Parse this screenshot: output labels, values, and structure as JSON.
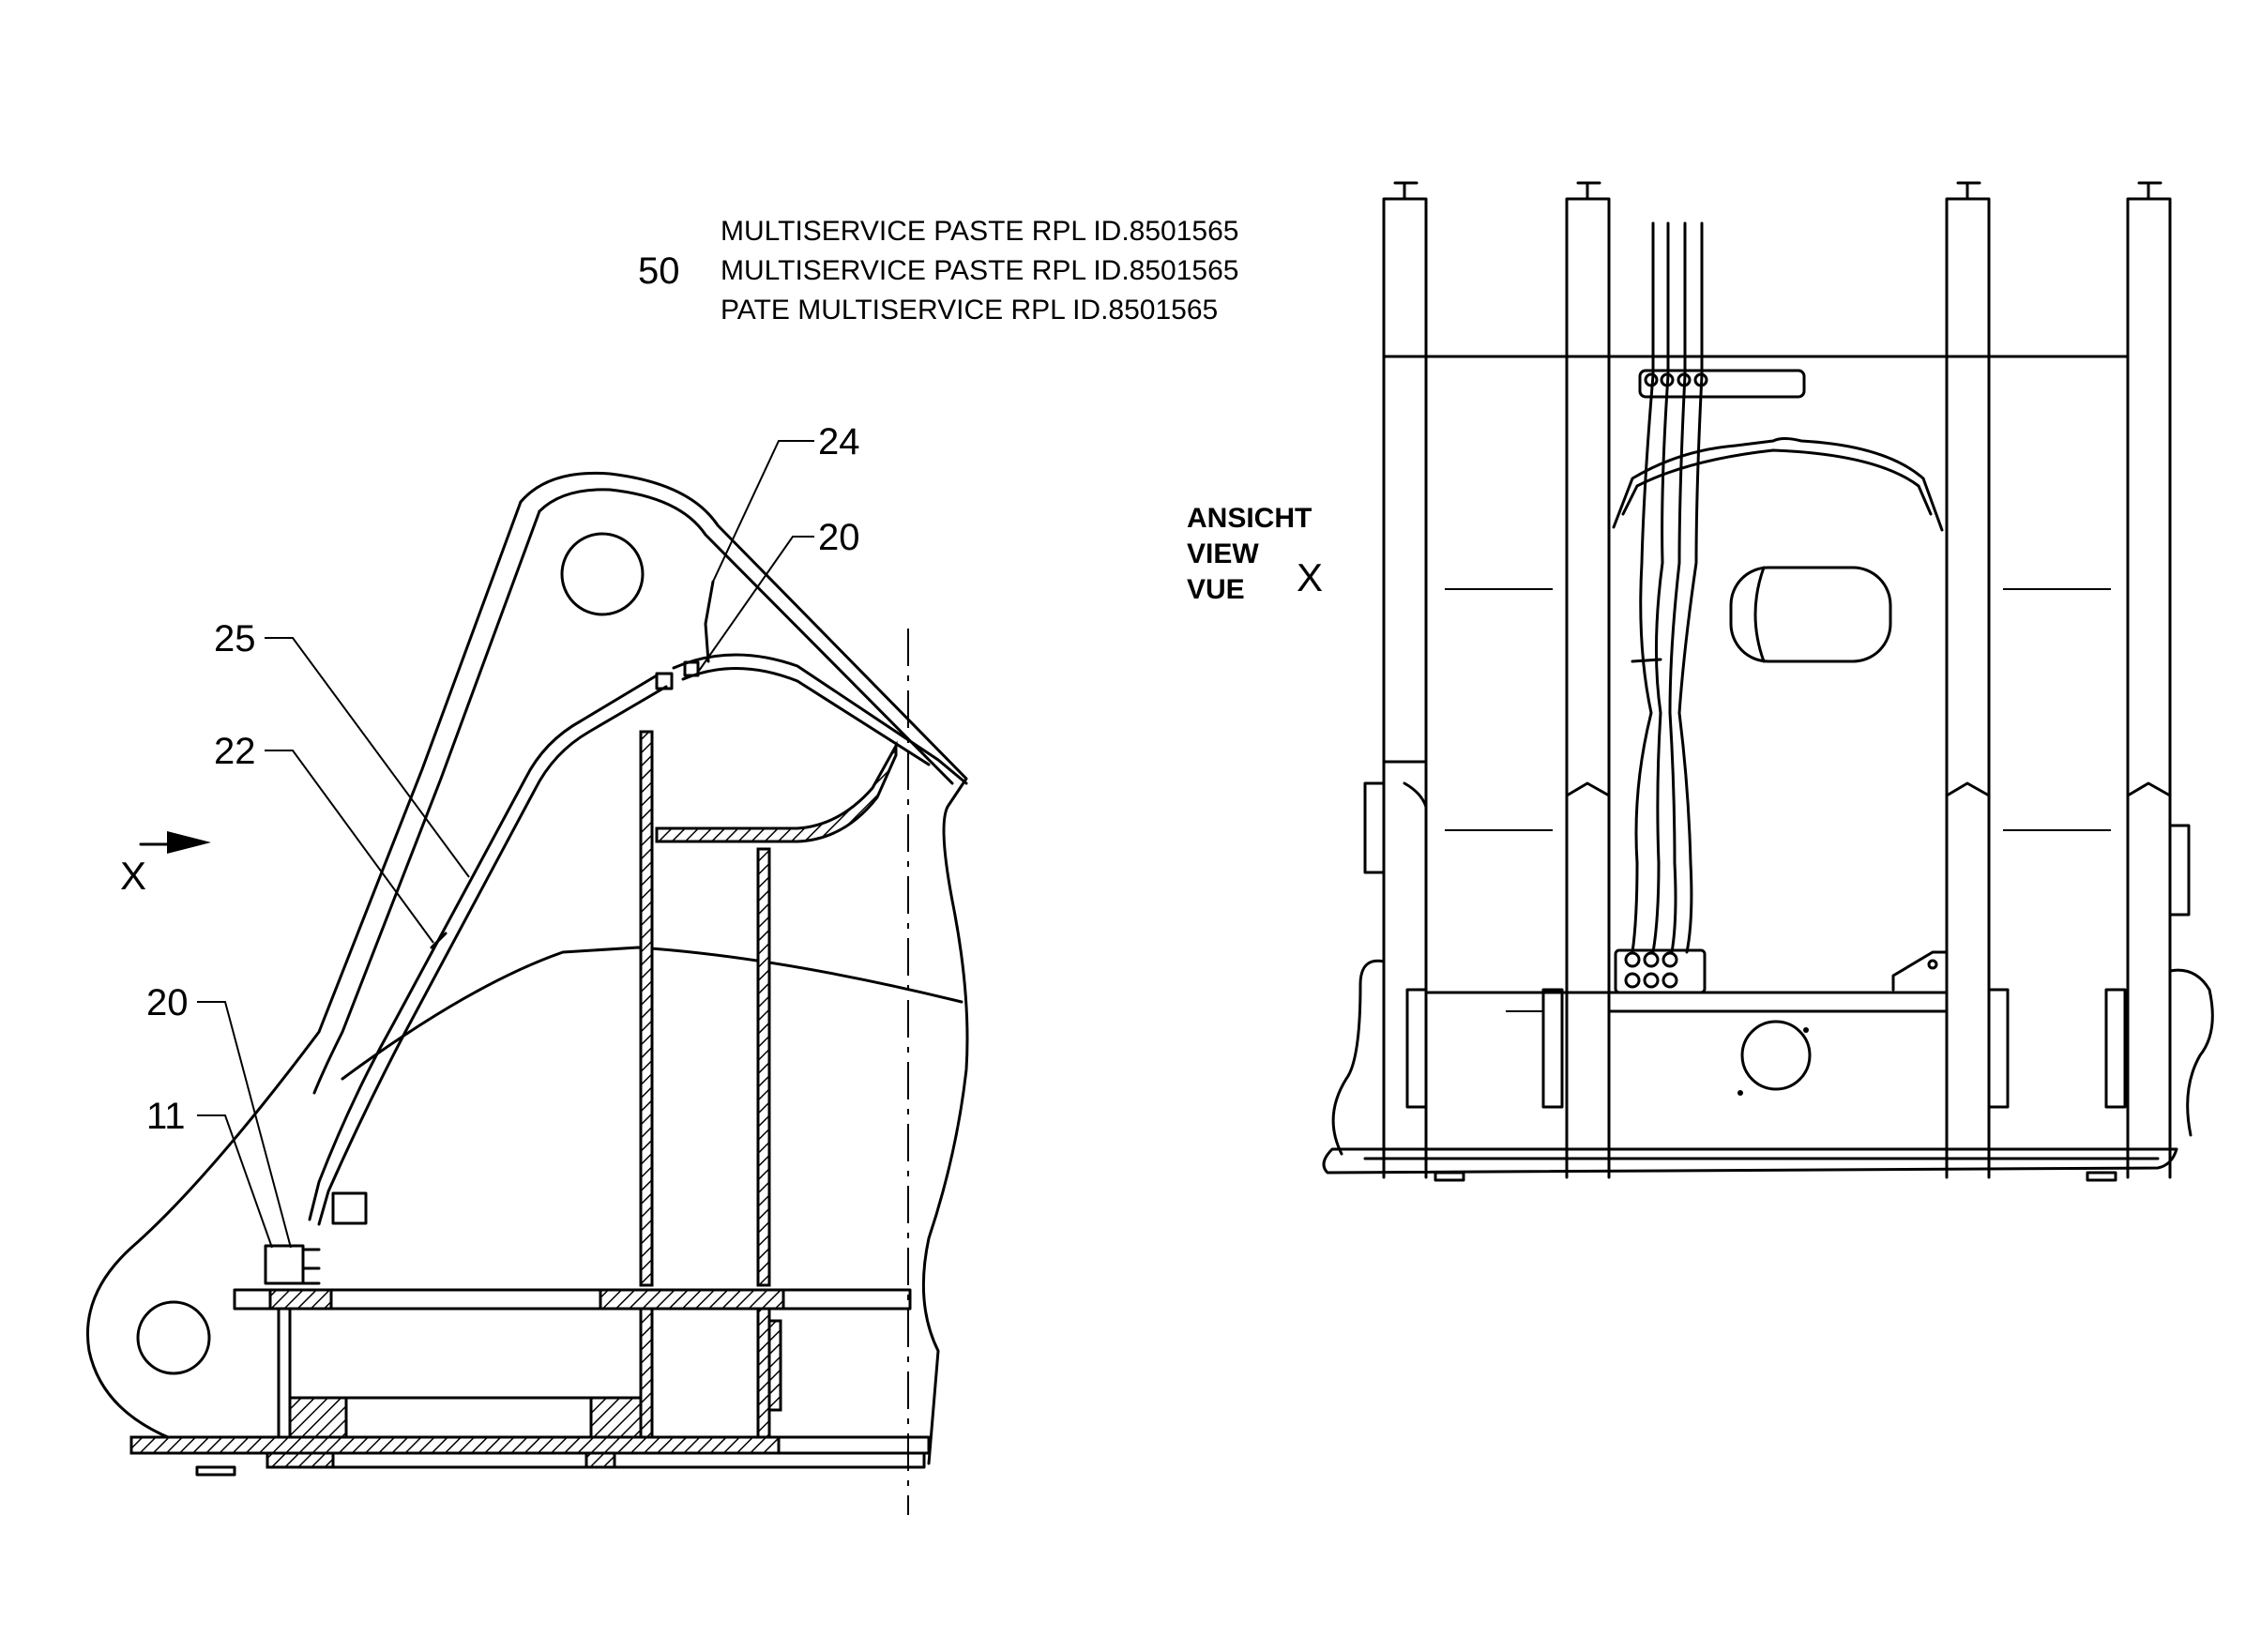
{
  "note": {
    "number": "50",
    "lines": [
      "MULTISERVICE PASTE RPL ID.8501565",
      "MULTISERVICE PASTE RPL ID.8501565",
      "PATE MULTISERVICE RPL ID.8501565"
    ]
  },
  "callouts": {
    "c24": "24",
    "c20_top": "20",
    "c25": "25",
    "c22": "22",
    "c20_bottom": "20",
    "c11": "11"
  },
  "view_arrow_label": "X",
  "view_label": {
    "lines": [
      "ANSICHT",
      "VIEW",
      "VUE"
    ],
    "letter": "X"
  },
  "colors": {
    "line": "#000000",
    "background": "#ffffff"
  }
}
